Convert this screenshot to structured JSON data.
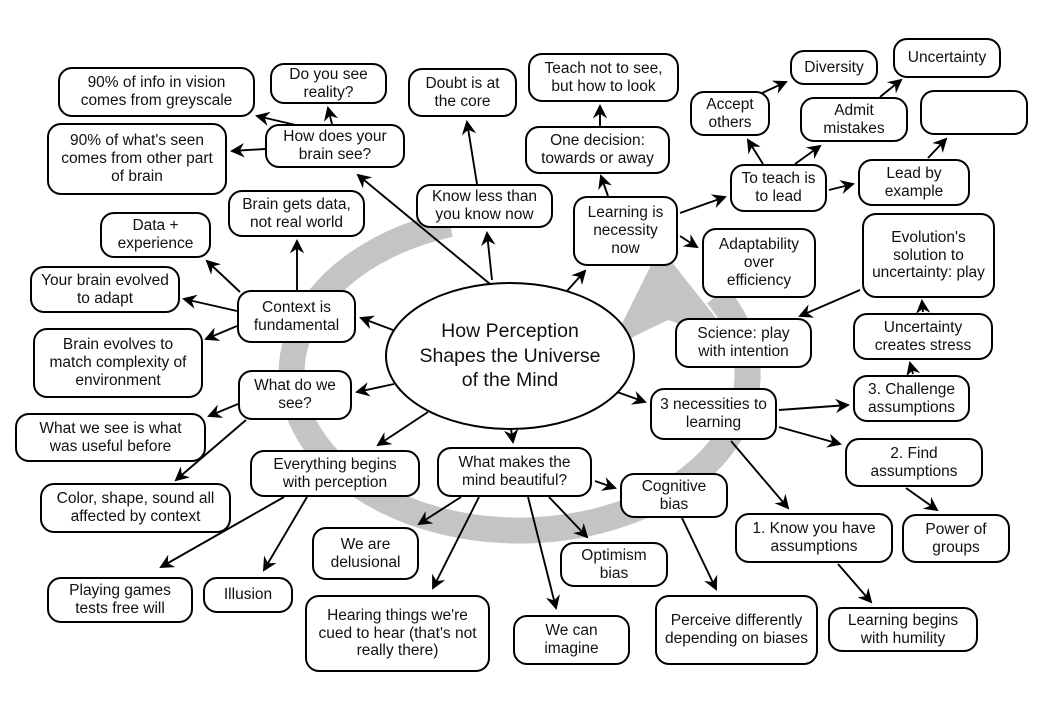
{
  "diagram": {
    "type": "mind-map",
    "center_topic": "How Perception Shapes the Universe of the Mind",
    "colors": {
      "node_border": "#000000",
      "node_fill": "#ffffff",
      "connector": "#000000",
      "cycle_arrow": "#c4c4c4"
    },
    "nodes": {
      "vision_greyscale": {
        "label": "90% of info in vision comes from greyscale"
      },
      "see_reality": {
        "label": "Do you see reality?"
      },
      "doubt_core": {
        "label": "Doubt is at the core"
      },
      "teach_look": {
        "label": "Teach not to see, but how to look"
      },
      "diversity": {
        "label": "Diversity"
      },
      "uncertainty": {
        "label": "Uncertainty"
      },
      "accept_others": {
        "label": "Accept others"
      },
      "admit_mistakes": {
        "label": "Admit mistakes"
      },
      "empty_node": {
        "label": ""
      },
      "seen_other_brain": {
        "label": "90% of what's seen comes from other part of brain"
      },
      "brain_see": {
        "label": "How does your brain see?"
      },
      "one_decision": {
        "label": "One decision: towards or away"
      },
      "teach_lead": {
        "label": "To teach is to lead"
      },
      "lead_example": {
        "label": "Lead by example"
      },
      "brain_data": {
        "label": "Brain gets data, not real world"
      },
      "know_less": {
        "label": "Know less than you know now"
      },
      "learning_necessity": {
        "label": "Learning is necessity now"
      },
      "data_experience": {
        "label": "Data + experience"
      },
      "adaptability": {
        "label": "Adaptability over efficiency"
      },
      "evolution_play": {
        "label": "Evolution's solution to uncertainty: play"
      },
      "brain_adapt": {
        "label": "Your brain evolved to adapt"
      },
      "context_fundamental": {
        "label": "Context is fundamental"
      },
      "uncertainty_stress": {
        "label": "Uncertainty creates stress"
      },
      "brain_complexity": {
        "label": "Brain evolves to match complexity of environment"
      },
      "science_play": {
        "label": "Science: play with intention"
      },
      "challenge_assumptions": {
        "label": "3. Challenge assumptions"
      },
      "what_see": {
        "label": "What do we see?"
      },
      "three_necessities": {
        "label": "3 necessities to learning"
      },
      "useful_before": {
        "label": "What we see is what was useful before"
      },
      "find_assumptions": {
        "label": "2. Find assumptions"
      },
      "everything_perception": {
        "label": "Everything begins with perception"
      },
      "mind_beautiful": {
        "label": "What makes the mind beautiful?"
      },
      "cognitive_bias": {
        "label": "Cognitive bias"
      },
      "color_context": {
        "label": "Color, shape, sound all affected by context"
      },
      "know_assumptions": {
        "label": "1. Know you have assumptions"
      },
      "power_groups": {
        "label": "Power of groups"
      },
      "delusional": {
        "label": "We are delusional"
      },
      "optimism_bias": {
        "label": "Optimism bias"
      },
      "playing_games": {
        "label": "Playing games tests free will"
      },
      "illusion": {
        "label": "Illusion"
      },
      "perceive_biases": {
        "label": "Perceive differently depending on biases"
      },
      "hearing_things": {
        "label": "Hearing things we're cued to hear (that's not really there)"
      },
      "imagine": {
        "label": "We can imagine"
      },
      "humility": {
        "label": "Learning begins with humility"
      }
    }
  }
}
